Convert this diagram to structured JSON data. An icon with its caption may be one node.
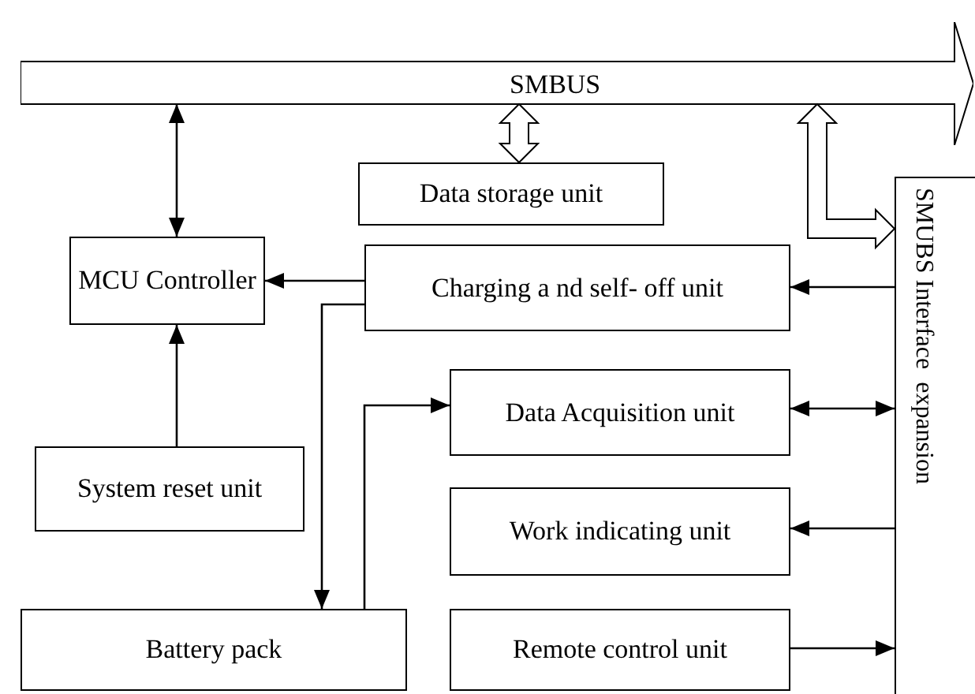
{
  "diagram": {
    "nodes": [
      {
        "text": [
          "SMBUS"
        ]
      },
      {
        "text": [
          "Data storage unit"
        ]
      },
      {
        "text": [
          "MCU Controller"
        ]
      },
      {
        "text": [
          "Charging a nd self- off unit"
        ]
      },
      {
        "text": [
          "Data Acquisition unit"
        ]
      },
      {
        "text": [
          "System reset unit"
        ]
      },
      {
        "text": [
          "Work indicating unit"
        ]
      },
      {
        "text": [
          "Battery pack"
        ]
      },
      {
        "text": [
          "Remote control unit"
        ]
      },
      {
        "text": [
          "SMUBS Interface  expansion"
        ]
      }
    ],
    "edges": [
      {
        "from": 2,
        "to": 0,
        "arrow": "both"
      },
      {
        "from": 0,
        "to": 1,
        "arrow": "both",
        "style": "thick"
      },
      {
        "from": 0,
        "to": 9,
        "arrow": "both",
        "style": "thick"
      },
      {
        "from": 3,
        "to": 2,
        "arrow": "to"
      },
      {
        "from": 3,
        "to": 7,
        "arrow": "to"
      },
      {
        "from": 7,
        "to": 4,
        "arrow": "to"
      },
      {
        "from": 5,
        "to": 2,
        "arrow": "to"
      },
      {
        "from": 9,
        "to": 3,
        "arrow": "to"
      },
      {
        "from": 4,
        "to": 9,
        "arrow": "both"
      },
      {
        "from": 9,
        "to": 6,
        "arrow": "to"
      },
      {
        "from": 8,
        "to": 9,
        "arrow": "to"
      }
    ]
  }
}
